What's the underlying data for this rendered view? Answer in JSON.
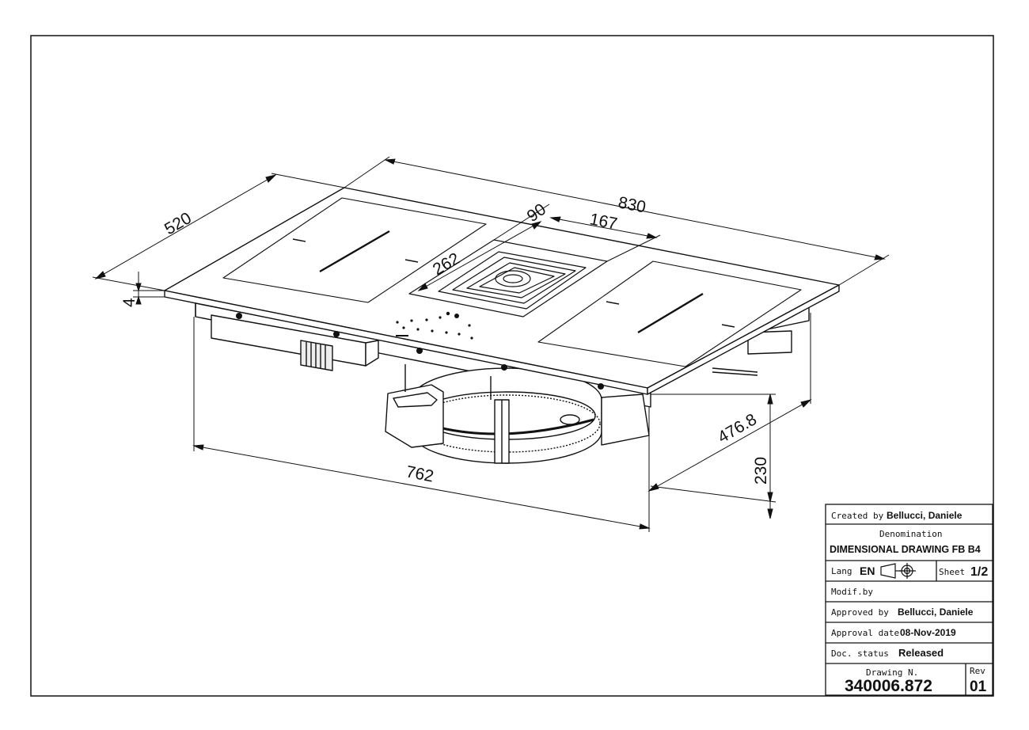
{
  "drawing": {
    "dimensions": {
      "overall_width": "830",
      "overall_depth": "520",
      "glass_thickness": "4",
      "vent_offset": "90",
      "vent_width": "167",
      "vent_depth": "262",
      "cutout_width": "762",
      "cutout_depth": "476.8",
      "body_height": "230"
    }
  },
  "title_block": {
    "created_by_label": "Created by",
    "created_by": "Bellucci, Daniele",
    "denomination_label": "Denomination",
    "denomination": "DIMENSIONAL DRAWING FB B4",
    "lang_label": "Lang",
    "lang": "EN",
    "sheet_label": "Sheet",
    "sheet": "1/2",
    "modif_label": "Modif.by",
    "modif": "",
    "approved_by_label": "Approved by",
    "approved_by": "Bellucci, Daniele",
    "approval_date_label": "Approval date",
    "approval_date": "08-Nov-2019",
    "doc_status_label": "Doc. status",
    "doc_status": "Released",
    "drawing_no_label": "Drawing N.",
    "drawing_no": "340006.872",
    "rev_label": "Rev",
    "rev": "01"
  }
}
